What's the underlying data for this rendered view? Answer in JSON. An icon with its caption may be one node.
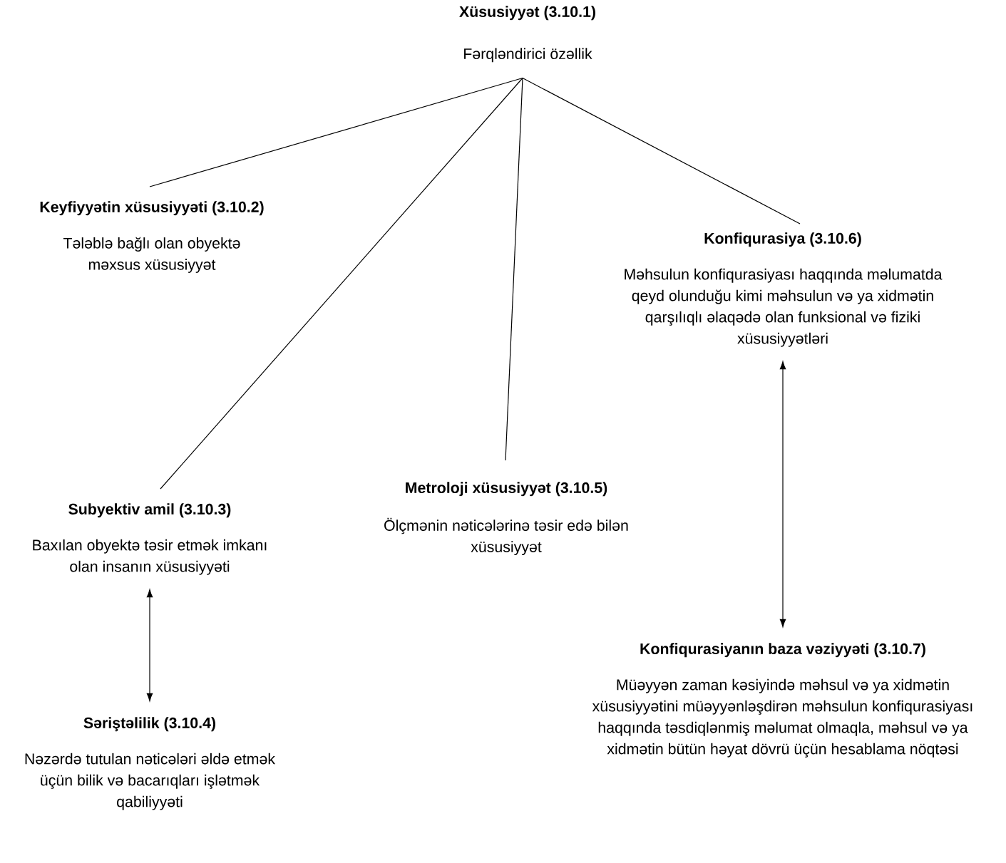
{
  "diagram": {
    "nodes": [
      {
        "text": [
          "Xüsusiyyət (3.10.1)",
          "Fərqləndirici özəllik"
        ]
      },
      {
        "text": [
          "Keyfiyyətin xüsusiyyəti (3.10.2)",
          "Tələblə bağlı olan obyektə məxsus xüsusiyyət"
        ]
      },
      {
        "text": [
          "Konfiqurasiya (3.10.6)",
          "Məhsulun konfiqurasiyası haqqında məlumatda qeyd olunduğu kimi məhsulun və ya xidmətin qarşılıqlı əlaqədə olan funksional və fiziki xüsusiyyətləri"
        ]
      },
      {
        "text": [
          "Metroloji xüsusiyyət (3.10.5)",
          "Ölçmənin nəticələrinə təsir edə bilən xüsusiyyət"
        ]
      },
      {
        "text": [
          "Subyektiv amil (3.10.3)",
          "Baxılan obyektə təsir etmək imkanı olan insanın xüsusiyyəti"
        ]
      },
      {
        "text": [
          "Konfiqurasiyanın baza vəziyyəti (3.10.7)",
          "Müəyyən zaman kəsiyində məhsul və ya xidmətin xüsusiyyətini müəyyənləşdirən məhsulun konfiqurasiyası haqqında təsdiqlənmiş məlumat olmaqla, məhsul və ya xidmətin bütün həyat dövrü üçün hesablama nöqtəsi"
        ]
      },
      {
        "text": [
          "Səriştəlilik (3.10.4)",
          "Nəzərdə tutulan nəticələri əldə etmək üçün bilik və bacarıqları işlətmək qabiliyyəti"
        ]
      }
    ],
    "edges": [
      {
        "from": 0,
        "to": 1,
        "arrow": "none"
      },
      {
        "from": 0,
        "to": 4,
        "arrow": "none"
      },
      {
        "from": 0,
        "to": 3,
        "arrow": "none"
      },
      {
        "from": 0,
        "to": 2,
        "arrow": "none"
      },
      {
        "from": 4,
        "to": 6,
        "arrow": "both"
      },
      {
        "from": 2,
        "to": 5,
        "arrow": "both"
      }
    ]
  }
}
